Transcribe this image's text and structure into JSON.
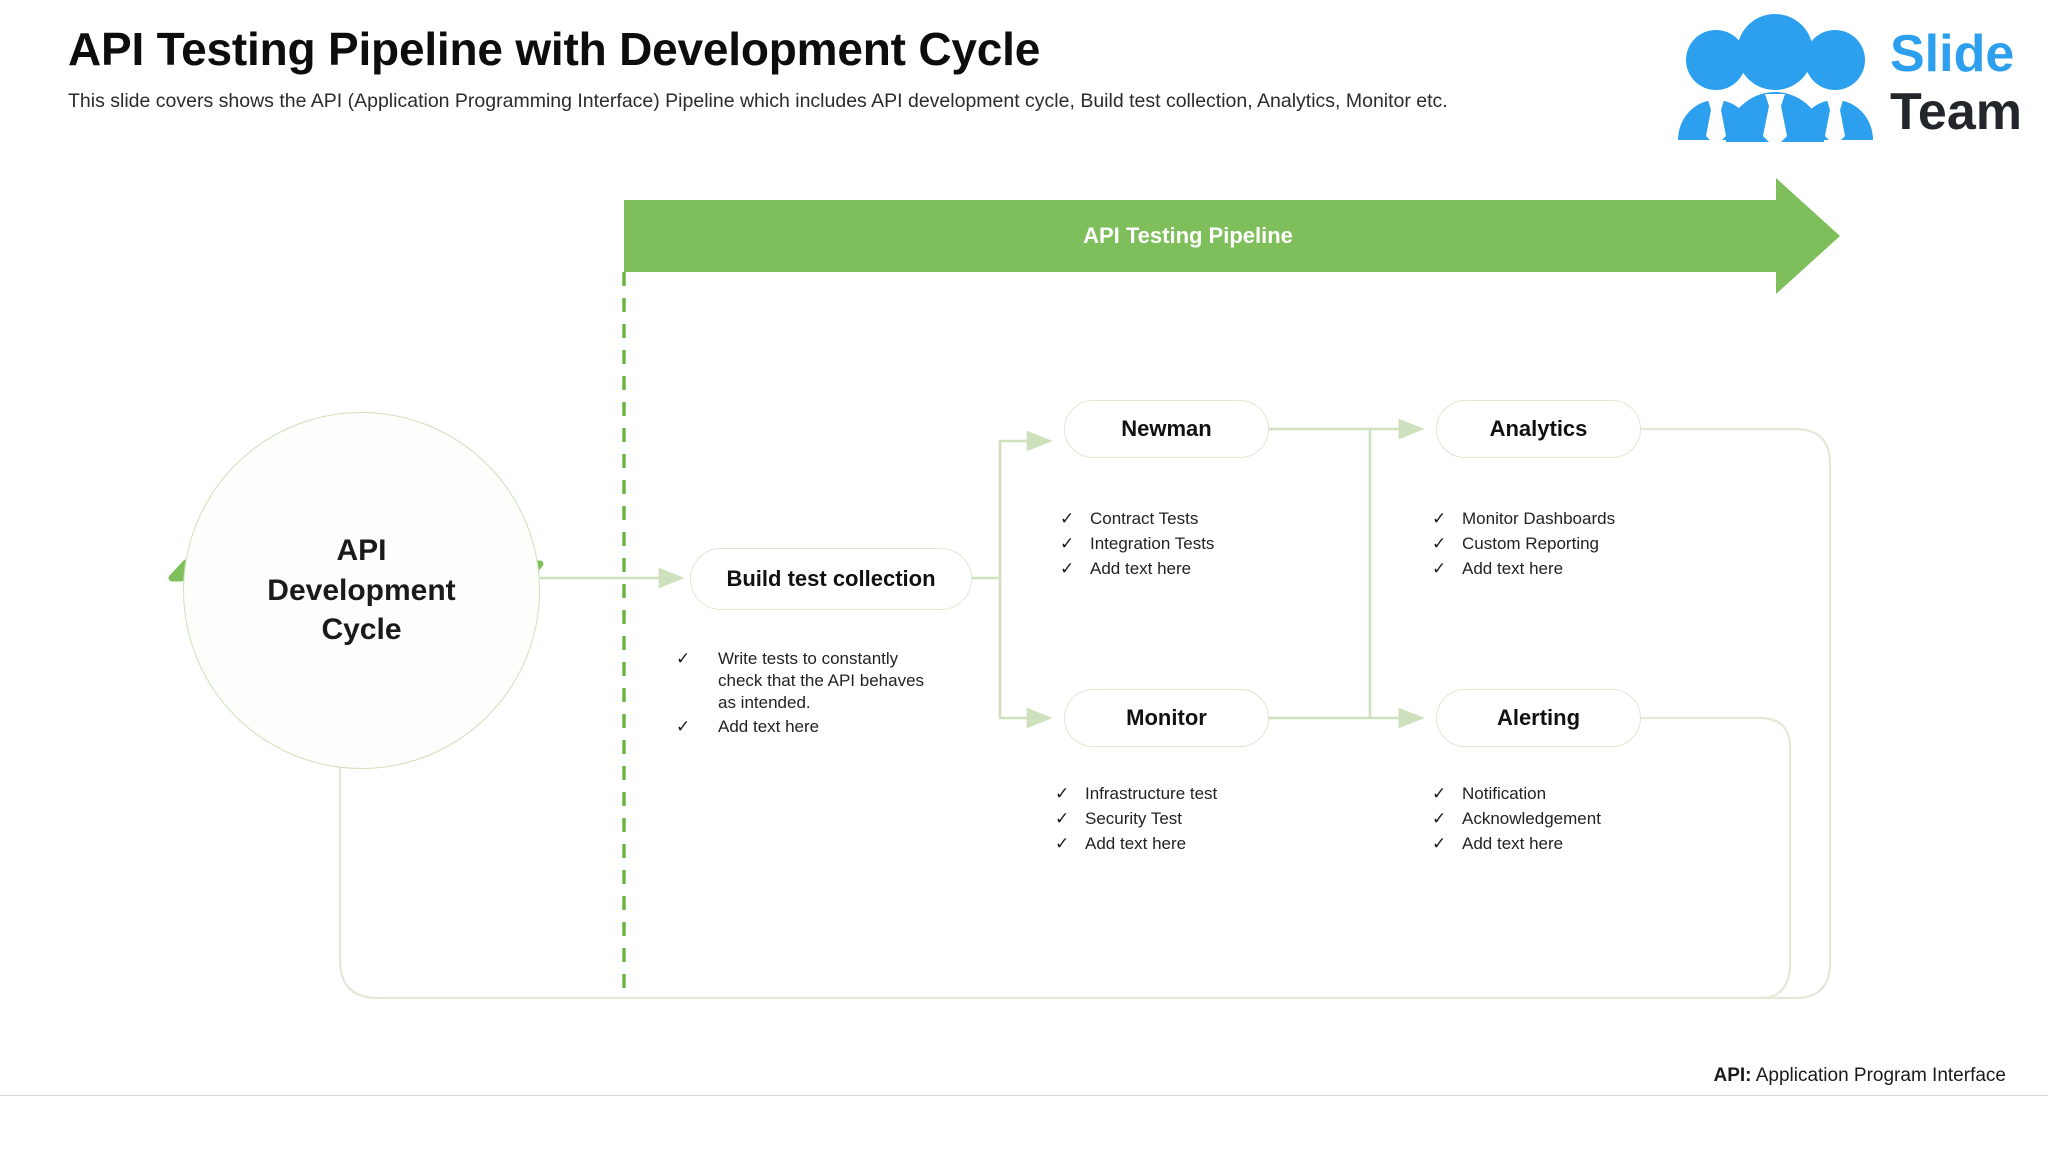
{
  "header": {
    "title": "API Testing Pipeline with Development Cycle",
    "subtitle": "This slide covers shows the API (Application Programming Interface) Pipeline which includes API development cycle, Build test collection, Analytics, Monitor etc."
  },
  "logo": {
    "name_part1": "Slide",
    "name_part2": "Team",
    "blue": "#2ca0ee",
    "dark": "#23272b"
  },
  "banner": {
    "label": "API Testing Pipeline",
    "fill": "#7fbf5b",
    "text_color": "#ffffff"
  },
  "colors": {
    "green": "#7fbf5b",
    "line_green": "#cfe0bd",
    "pale_border": "#dfe7d2",
    "dashed_green": "#6db33f",
    "text_dark": "#1a1a1a"
  },
  "nodes": {
    "cycle": {
      "label": "API\nDevelopment\nCycle",
      "line1": "API",
      "line2": "Development",
      "line3": "Cycle"
    },
    "build": {
      "label": "Build test collection"
    },
    "newman": {
      "label": "Newman"
    },
    "analytics": {
      "label": "Analytics"
    },
    "monitor": {
      "label": "Monitor"
    },
    "alerting": {
      "label": "Alerting"
    }
  },
  "bullets": {
    "check_glyph": "✓",
    "build": [
      "Write tests to constantly check that the API behaves as intended.",
      "Add text here"
    ],
    "newman": [
      "Contract Tests",
      "Integration Tests",
      "Add text here"
    ],
    "analytics": [
      "Monitor Dashboards",
      "Custom Reporting",
      "Add text here"
    ],
    "monitor": [
      "Infrastructure test",
      "Security Test",
      "Add text here"
    ],
    "alerting": [
      "Notification",
      "Acknowledgement",
      "Add text here"
    ]
  },
  "footer": {
    "abbr": "API:",
    "expansion": " Application Program Interface"
  }
}
